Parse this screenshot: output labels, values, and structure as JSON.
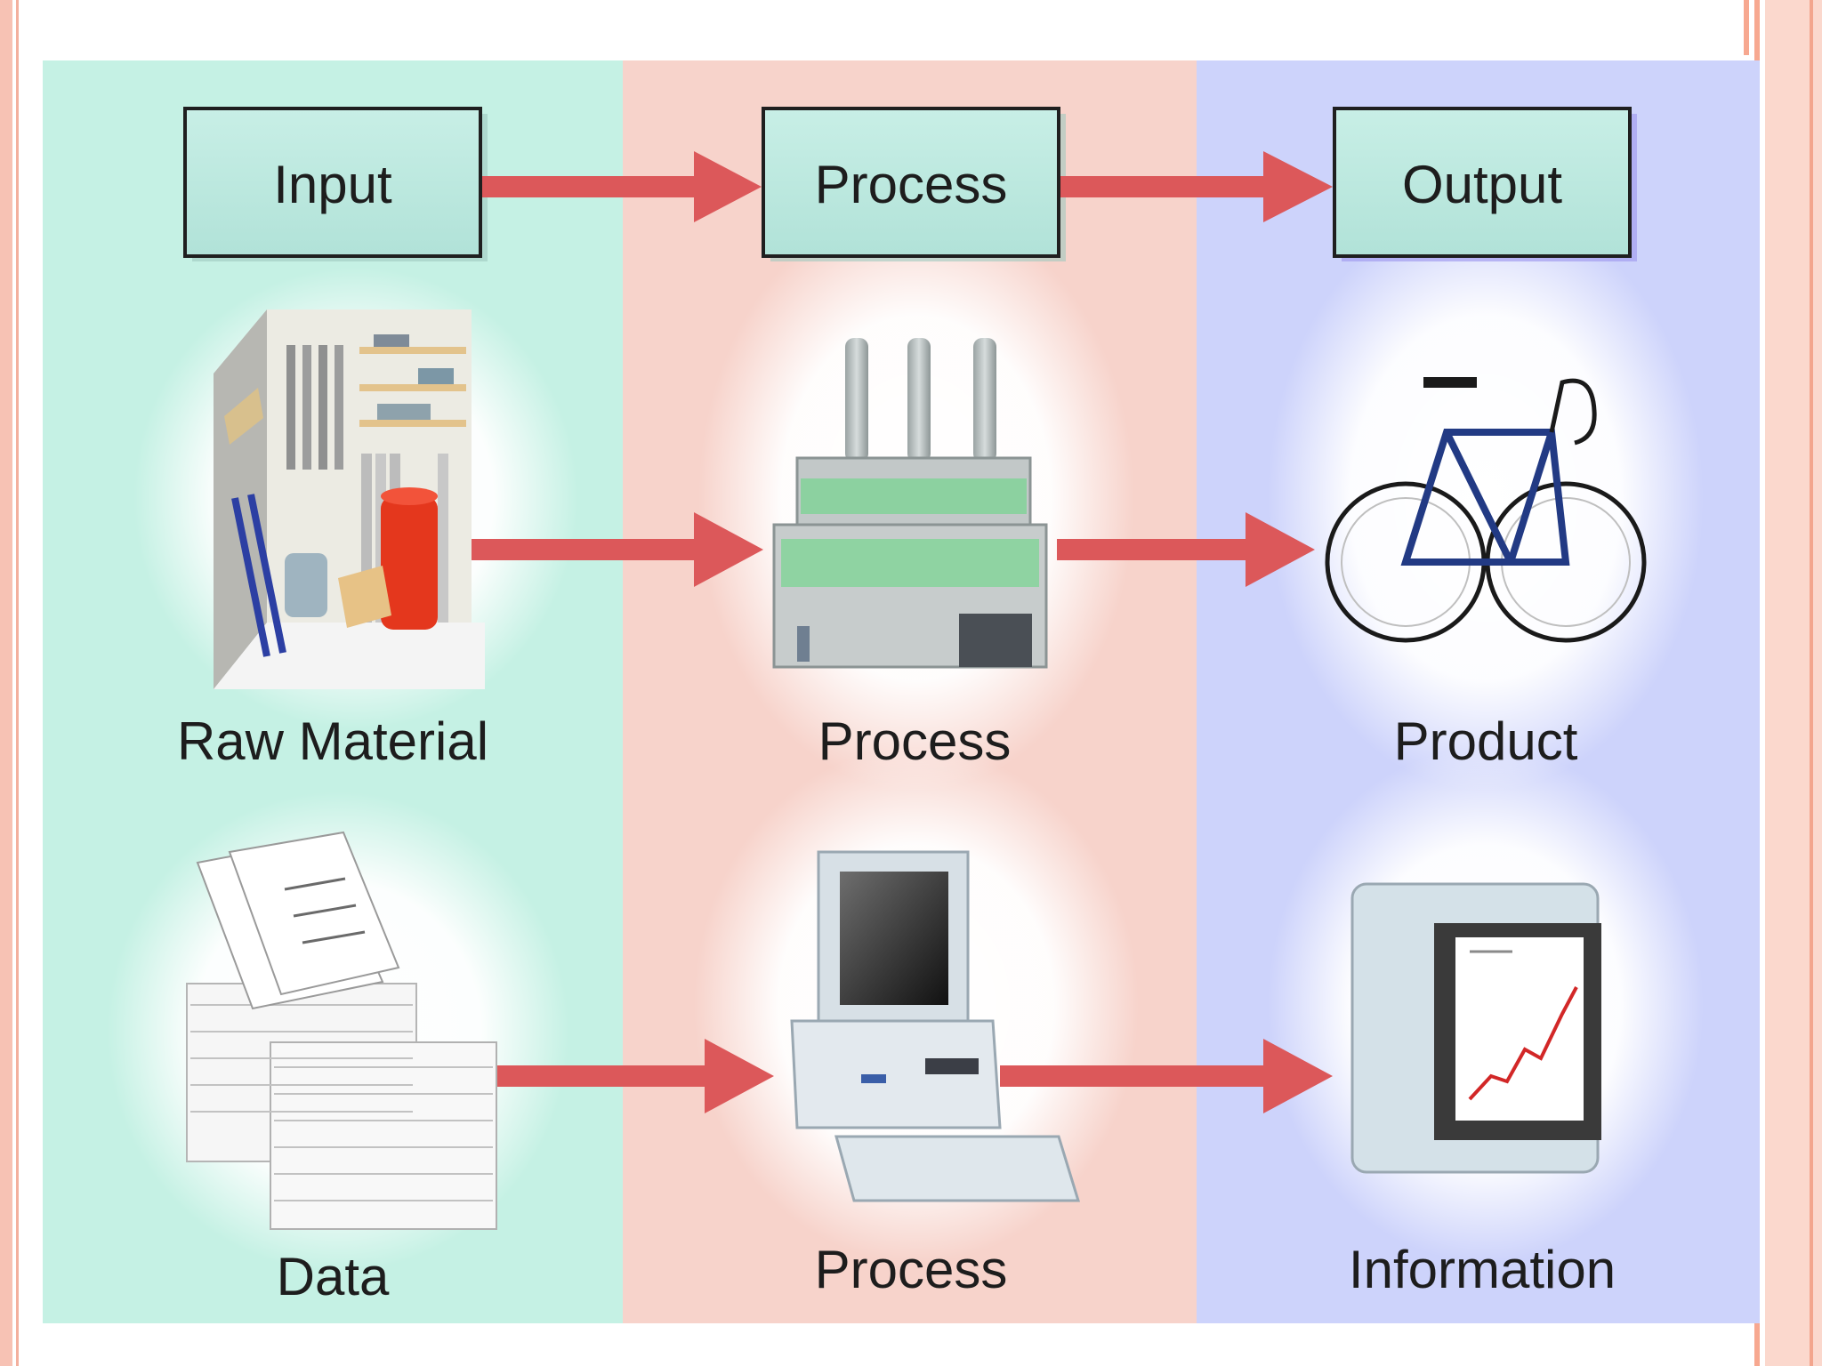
{
  "headers": {
    "input": "Input",
    "process": "Process",
    "output": "Output"
  },
  "rows": [
    {
      "input": "Raw Material",
      "process": "Process",
      "output": "Product"
    },
    {
      "input": "Data",
      "process": "Process",
      "output": "Information"
    }
  ],
  "icons": {
    "row1_input": "raw-material-icon",
    "row1_process": "factory-icon",
    "row1_output": "bicycle-icon",
    "row2_input": "paper-stack-icon",
    "row2_process": "desktop-computer-icon",
    "row2_output": "monitor-chart-icon"
  },
  "colors": {
    "input_column": "#c5f1e4",
    "process_column": "#f7d3cb",
    "output_column": "#cdd3fb",
    "header_box": "#bfe9e0",
    "arrow": "#dc585a"
  }
}
